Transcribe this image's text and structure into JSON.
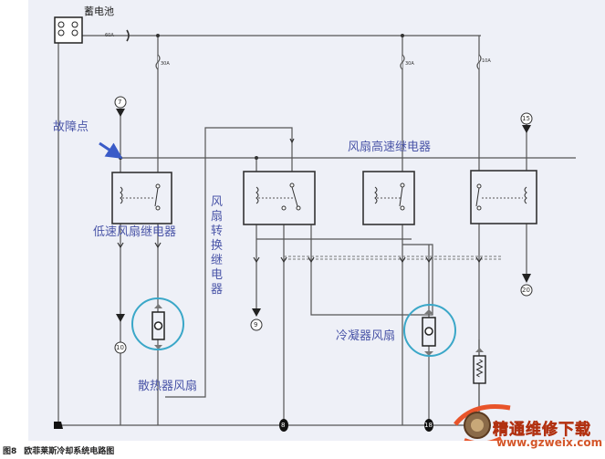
{
  "title": "欧菲莱斯冷却系统电路图",
  "figure_number": "图8",
  "labels": {
    "battery": "蓄电池",
    "fault_point": "故障点",
    "fan_high_speed_relay": "风扇高速继电器",
    "low_speed_fan_relay": "低速风扇继电器",
    "fan_switch_relay": "风扇转换继电器",
    "radiator_fan": "散热器风扇",
    "condenser_fan": "冷凝器风扇"
  },
  "fuses": [
    {
      "id": "main",
      "rating": "60A"
    },
    {
      "id": "fan-low",
      "rating": "30A"
    },
    {
      "id": "fan-high",
      "rating": "30A"
    },
    {
      "id": "ac-comp",
      "rating": "10A"
    }
  ],
  "connectors": {
    "ref_7": "7",
    "ref_15": "15",
    "ref_9": "9",
    "ref_10": "10",
    "ref_20": "20",
    "ground_8": "8",
    "ground_18": "18"
  },
  "watermark": {
    "text": "精通维修下载",
    "url": "www.gzweix.com"
  },
  "colors": {
    "wire": "#555555",
    "relay_box": "#333333",
    "label_blue": "#4a55a8",
    "highlight_circle": "#3aa7c8",
    "arrow": "#3a5bc8",
    "watermark_orange": "#e8542a"
  }
}
